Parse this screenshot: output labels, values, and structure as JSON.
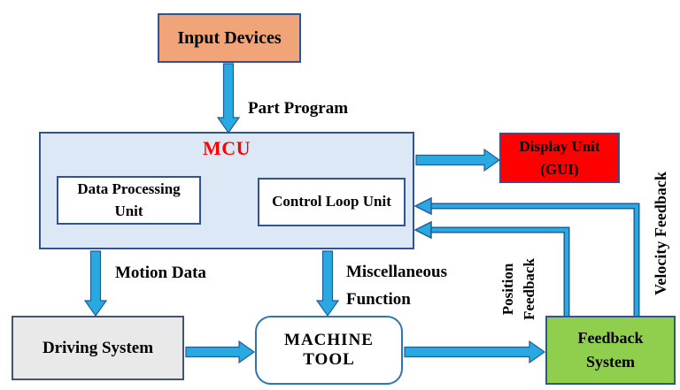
{
  "diagram": {
    "nodes": {
      "input_devices": {
        "label": "Input Devices",
        "fill": "#F0A478"
      },
      "mcu": {
        "label": "MCU",
        "fill": "#DCE8F5",
        "title_color": "#FF0000"
      },
      "data_processing_unit": {
        "label": "Data Processing Unit",
        "fill": "#FFFFFF"
      },
      "control_loop_unit": {
        "label": "Control Loop Unit",
        "fill": "#FFFFFF"
      },
      "display_unit": {
        "label": "Display Unit (GUI)",
        "fill": "#FF0000"
      },
      "driving_system": {
        "label": "Driving System",
        "fill": "#E9E9E9"
      },
      "machine_tool": {
        "label": "MACHINE TOOL",
        "fill": "#FFFFFF"
      },
      "feedback_system": {
        "label": "Feedback System",
        "fill": "#90CF4E"
      }
    },
    "edge_labels": {
      "part_program": "Part Program",
      "motion_data": "Motion Data",
      "miscellaneous_function": "Miscellaneous Function",
      "position_feedback": "Position Feedback",
      "velocity_feedback": "Velocity Feedback"
    },
    "colors": {
      "arrow_fill": "#29A9E1",
      "arrow_outline": "#1F5C99",
      "border_navy": "#2F5496",
      "machine_tool_border": "#2E75B6",
      "driving_border": "#44546A"
    }
  }
}
